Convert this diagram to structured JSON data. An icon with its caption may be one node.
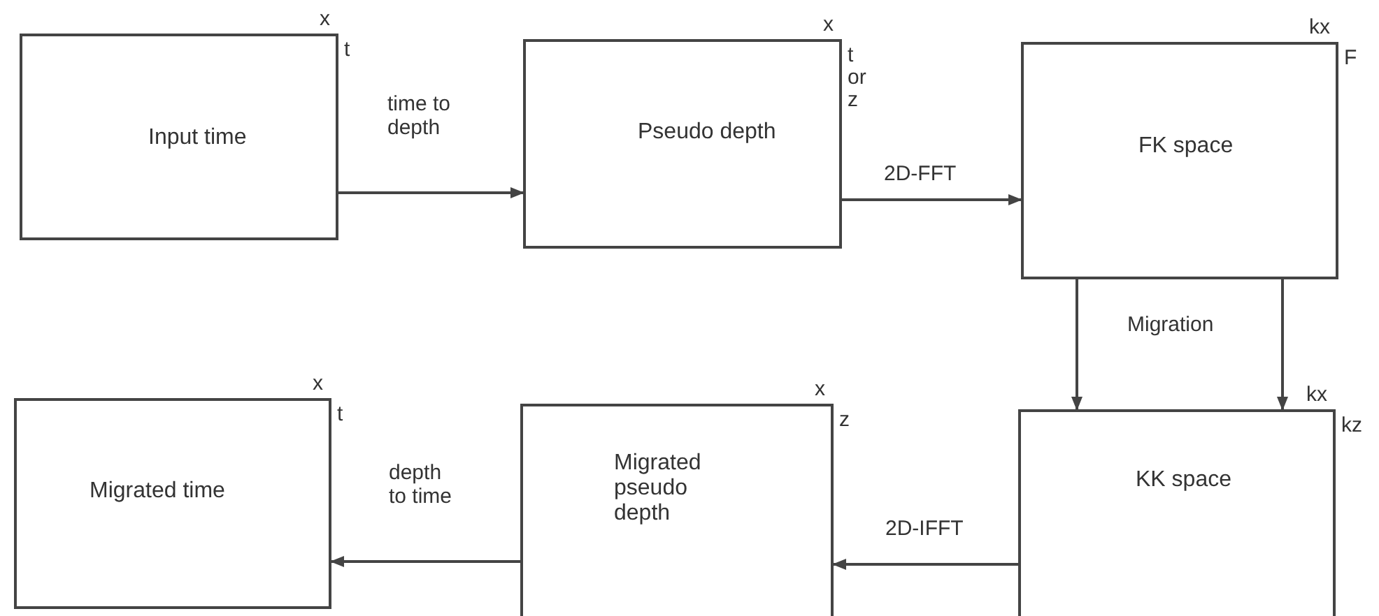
{
  "diagram": {
    "nodes": [
      {
        "text": [
          "Input time"
        ],
        "beside": [
          "x",
          "t"
        ]
      },
      {
        "text": [
          "Pseudo depth"
        ],
        "beside": [
          "x",
          "t or z"
        ]
      },
      {
        "text": [
          "FK space"
        ],
        "beside": [
          "kx",
          "F"
        ]
      },
      {
        "text": [
          "KK space"
        ],
        "beside": [
          "kx",
          "kz"
        ]
      },
      {
        "text": [
          "Migrated pseudo depth"
        ],
        "beside": [
          "x",
          "z"
        ]
      },
      {
        "text": [
          "Migrated time"
        ],
        "beside": [
          "x",
          "t"
        ]
      }
    ],
    "edges": [
      {
        "from": 0,
        "to": 1,
        "arrow": "to",
        "label": "time to depth"
      },
      {
        "from": 1,
        "to": 2,
        "arrow": "to",
        "label": "2D-FFT"
      },
      {
        "from": 2,
        "to": 3,
        "arrow": "to"
      },
      {
        "from": 2,
        "to": 3,
        "arrow": "to"
      },
      {
        "from": 3,
        "to": 4,
        "arrow": "to",
        "label": "2D-IFFT"
      },
      {
        "from": 4,
        "to": 5,
        "arrow": "to",
        "label": "depth to time"
      }
    ],
    "labels": [
      "Migration"
    ]
  }
}
